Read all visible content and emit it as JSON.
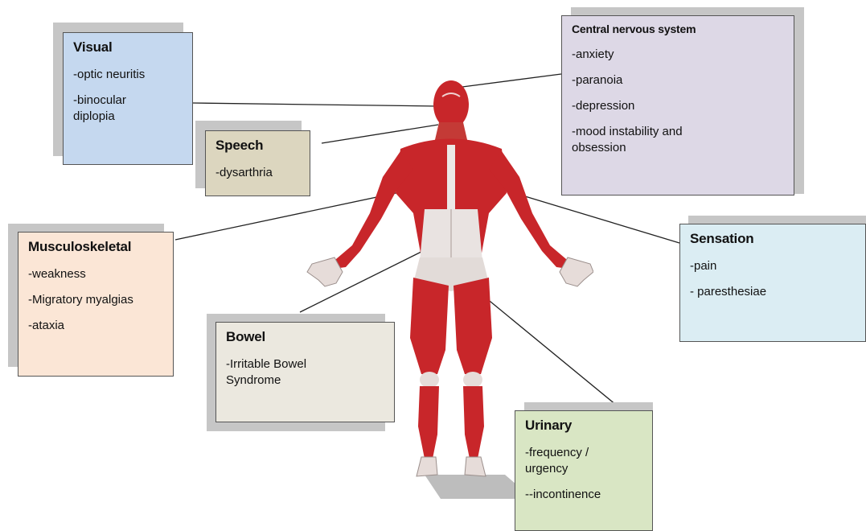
{
  "colors": {
    "visual": "#c5d8ef",
    "speech": "#dcd6bf",
    "cns": "#ddd8e6",
    "musculoskeletal": "#fbe6d6",
    "bowel": "#ebe8df",
    "sensation": "#dbedf3",
    "urinary": "#d9e6c4",
    "muscle_red": "#c8262a",
    "tendon": "#e8e4e2"
  },
  "boxes": {
    "visual": {
      "title": "Visual",
      "items": [
        "-optic neuritis",
        "-binocular\ndiplopia"
      ]
    },
    "speech": {
      "title": "Speech",
      "items": [
        "-dysarthria"
      ]
    },
    "cns": {
      "title": "Central nervous system",
      "items": [
        "-anxiety",
        "-paranoia",
        "-depression",
        "-mood instability and\nobsession"
      ]
    },
    "musculoskeletal": {
      "title": "Musculoskeletal",
      "items": [
        "-weakness",
        "-Migratory myalgias",
        "-ataxia"
      ]
    },
    "bowel": {
      "title": "Bowel",
      "items": [
        "-Irritable Bowel\nSyndrome"
      ]
    },
    "sensation": {
      "title": "Sensation",
      "items": [
        "-pain",
        "- paresthesiae"
      ]
    },
    "urinary": {
      "title": "Urinary",
      "items": [
        "-frequency /\nurgency",
        "--incontinence"
      ]
    }
  }
}
